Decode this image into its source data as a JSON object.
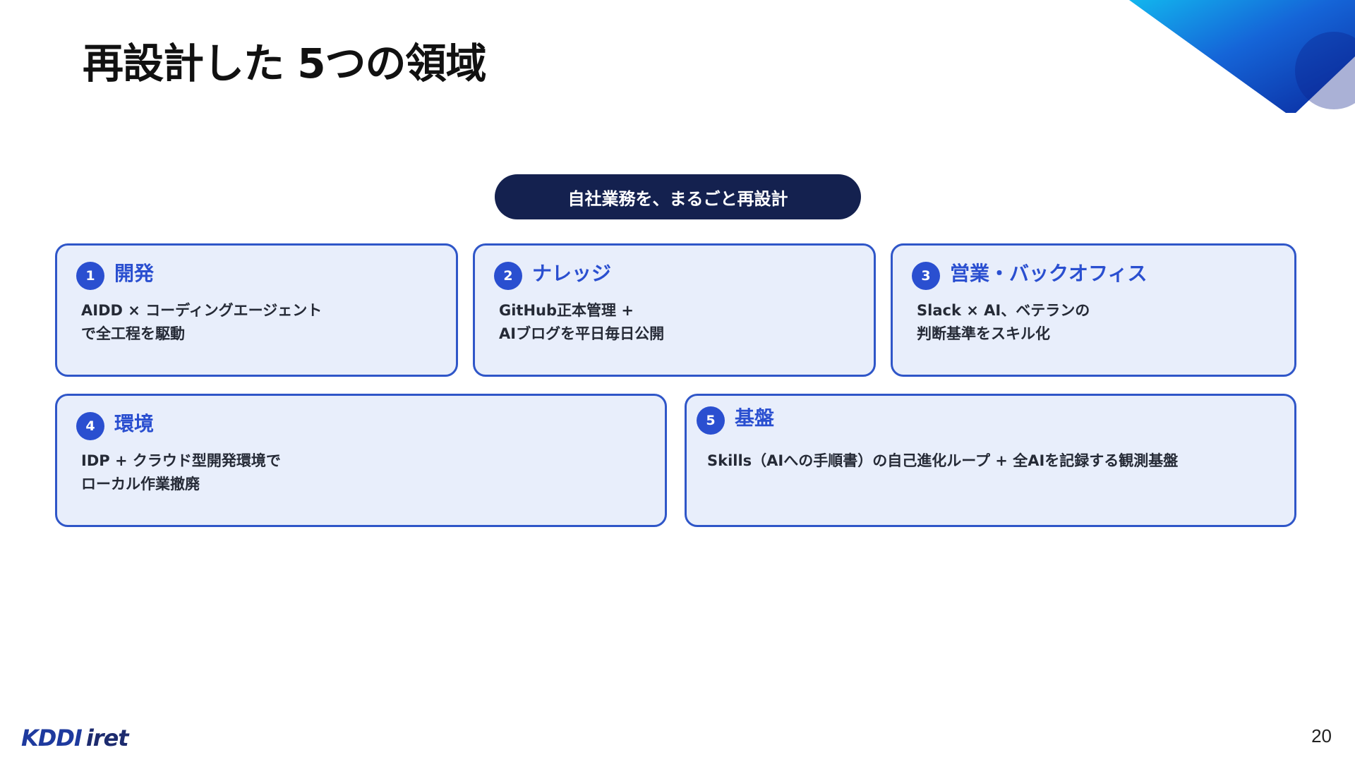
{
  "title": "再設計した 5つの領域",
  "banner": "自社業務を、まるごと再設計",
  "cards": [
    {
      "number": "1",
      "title": "開発",
      "lines": [
        "AIDD × コーディングエージェント",
        "で全工程を駆動"
      ]
    },
    {
      "number": "2",
      "title": "ナレッジ",
      "lines": [
        "GitHub正本管理 +",
        "AIブログを平日毎日公開"
      ]
    },
    {
      "number": "3",
      "title": "営業・バックオフィス",
      "lines": [
        "Slack × AI、ベテランの",
        "判断基準をスキル化"
      ]
    },
    {
      "number": "4",
      "title": "環境",
      "lines": [
        "IDP + クラウド型開発環境で",
        "ローカル作業撤廃"
      ]
    },
    {
      "number": "5",
      "title": "基盤",
      "lines": [
        "Skills（AIへの手順書）の自己進化ループ  + 全AIを記録する観測基盤"
      ]
    }
  ],
  "logo": {
    "kddi": "KDDI",
    "iret": "iret"
  },
  "page_number": "20",
  "colors": {
    "accent": "#2a4fd0",
    "banner_bg": "#14214f",
    "card_bg": "#e8eefb",
    "card_border": "#2f56c8"
  }
}
